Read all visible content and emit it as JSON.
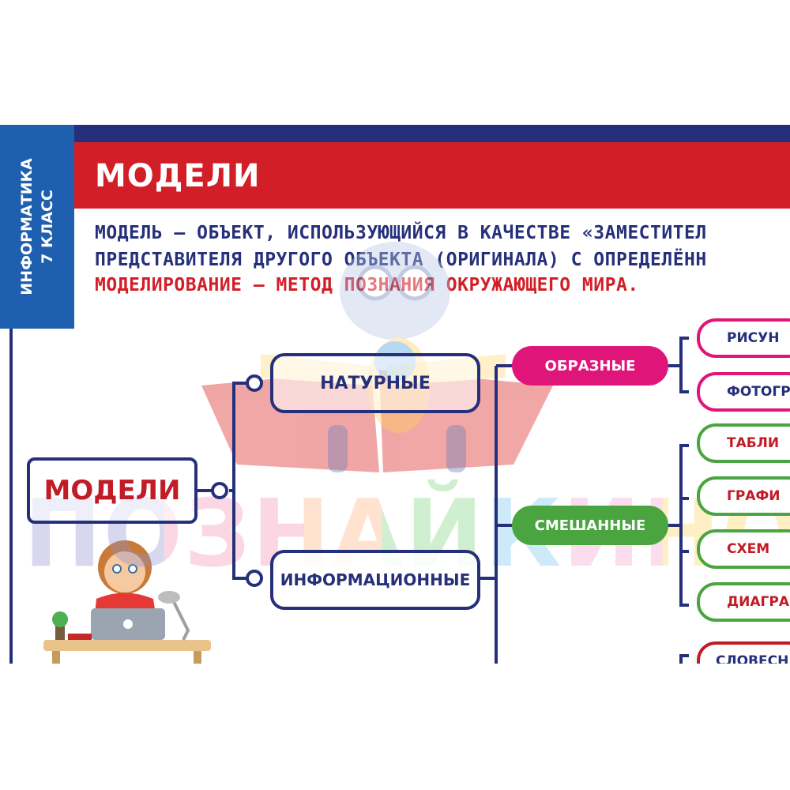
{
  "sidebar": {
    "subject": "ИНФОРМАТИКА",
    "grade": "7 КЛАСС"
  },
  "header": {
    "title": "МОДЕЛИ"
  },
  "definition": {
    "line1": "МОДЕЛЬ – ОБЪЕКТ, ИСПОЛЬЗУЮЩИЙСЯ В КАЧЕСТВЕ «ЗАМЕСТИТЕЛ",
    "line2": "ПРЕДСТАВИТЕЛЯ ДРУГОГО ОБЪЕКТА (ОРИГИНАЛА) С ОПРЕДЕЛЁНН",
    "line3": "МОДЕЛИРОВАНИЕ – МЕТОД ПОЗНАНИЯ ОКРУЖАЮЩЕГО МИРА."
  },
  "watermark": {
    "text": "ПОЗНАЙКИНО"
  },
  "diagram": {
    "root": "МОДЕЛИ",
    "natural": "НАТУРНЫЕ",
    "informational": "ИНФОРМАЦИОННЫЕ",
    "figurative": "ОБРАЗНЫЕ",
    "mixed": "СМЕШАННЫЕ",
    "figurative_items": [
      "РИСУН",
      "ФОТОГРА"
    ],
    "mixed_items": [
      "ТАБЛИ",
      "ГРАФИ",
      "СХЕМ",
      "ДИАГРА"
    ],
    "next_items": [
      "СЛОВЕСН"
    ]
  },
  "colors": {
    "navy": "#26307a",
    "red": "#d21e27",
    "blue_tab": "#1f5fb0",
    "pink": "#e0157a",
    "green": "#4aa540"
  }
}
